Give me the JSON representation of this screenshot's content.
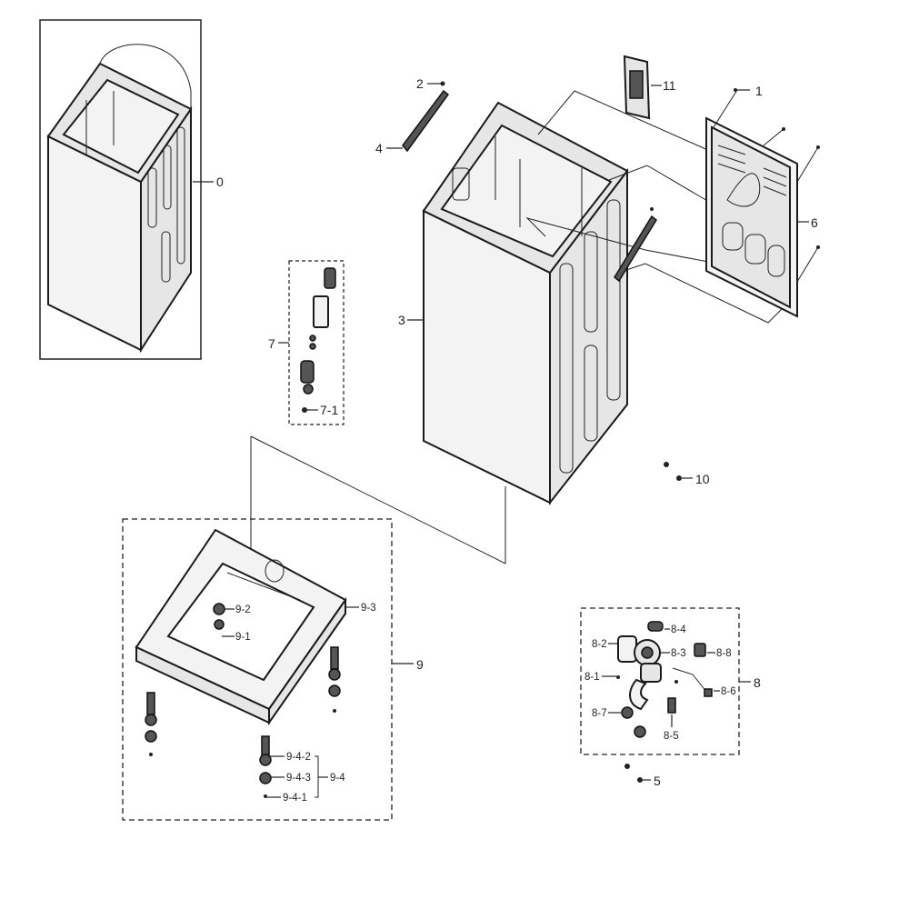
{
  "labels": {
    "l0": "0",
    "l1": "1",
    "l2": "2",
    "l3": "3",
    "l4": "4",
    "l5": "5",
    "l6": "6",
    "l7": "7",
    "l7_1": "7-1",
    "l8": "8",
    "l8_1": "8-1",
    "l8_2": "8-2",
    "l8_3": "8-3",
    "l8_4": "8-4",
    "l8_5": "8-5",
    "l8_6": "8-6",
    "l8_7": "8-7",
    "l8_8": "8-8",
    "l9": "9",
    "l9_1": "9-1",
    "l9_2": "9-2",
    "l9_3": "9-3",
    "l9_4": "9-4",
    "l9_4_1": "9-4-1",
    "l9_4_2": "9-4-2",
    "l9_4_3": "9-4-3",
    "l10": "10",
    "l11": "11"
  }
}
